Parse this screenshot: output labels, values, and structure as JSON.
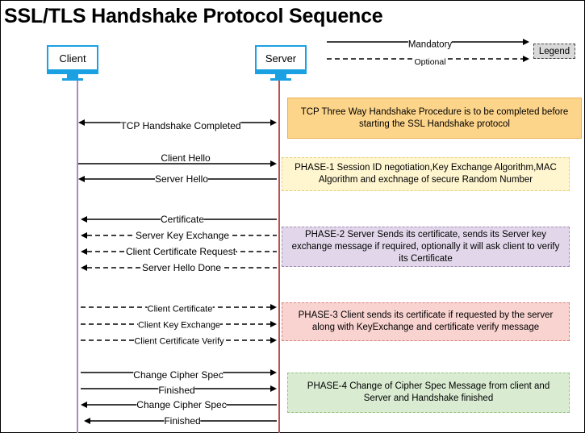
{
  "title": "SSL/TLS Handshake Protocol Sequence",
  "participants": {
    "client": "Client",
    "server": "Server"
  },
  "legend": {
    "title": "Legend",
    "mandatory": "Mandatory",
    "optional": "Optional"
  },
  "messages": [
    {
      "label": "TCP Handshake Completed",
      "direction": "both",
      "style": "solid"
    },
    {
      "label": "Client Hello",
      "direction": "to-server",
      "style": "solid"
    },
    {
      "label": "Server Hello",
      "direction": "to-client",
      "style": "solid"
    },
    {
      "label": "Certificate",
      "direction": "to-client",
      "style": "solid"
    },
    {
      "label": "Server Key Exchange",
      "direction": "to-client",
      "style": "dashed"
    },
    {
      "label": "Client Certificate Request",
      "direction": "to-client",
      "style": "dashed"
    },
    {
      "label": "Server Hello Done",
      "direction": "to-client",
      "style": "dashed"
    },
    {
      "label": "Client Certificate",
      "direction": "to-server",
      "style": "dashed"
    },
    {
      "label": "Client Key Exchange",
      "direction": "to-server",
      "style": "dashed"
    },
    {
      "label": "Client Certificate Verify",
      "direction": "to-server",
      "style": "dashed"
    },
    {
      "label": "Change Cipher Spec",
      "direction": "to-server",
      "style": "solid"
    },
    {
      "label": "Finished",
      "direction": "to-server",
      "style": "solid"
    },
    {
      "label": "Change Cipher Spec",
      "direction": "to-client",
      "style": "solid"
    },
    {
      "label": "Finished",
      "direction": "to-client",
      "style": "solid"
    }
  ],
  "notes": [
    {
      "text": "TCP Three Way Handshake Procedure is to be completed before starting the SSL Handshake protocol",
      "fill": "#fdd58a",
      "stroke": "#e8b04c"
    },
    {
      "text": "PHASE-1 Session ID negotiation,Key Exchange Algorithm,MAC Algorithm and exchnage of secure Random Number",
      "fill": "#fff6d0",
      "stroke": "#e6cf7a"
    },
    {
      "text": "PHASE-2 Server Sends its certificate, sends its Server key exchange message if required, optionally it will ask client to verify its Certificate",
      "fill": "#e2d7ea",
      "stroke": "#a48cb8"
    },
    {
      "text": "PHASE-3 Client sends its certificate if requested by the server along with KeyExchange and certificate verify message",
      "fill": "#f8d3d0",
      "stroke": "#d98580"
    },
    {
      "text": "PHASE-4 Change of Cipher Spec Message from client and Server and Handshake finished",
      "fill": "#d9ecd2",
      "stroke": "#93c27f"
    }
  ],
  "colors": {
    "monitor": "#1ba1e2",
    "client_lifeline": "#a58cc4",
    "server_lifeline": "#b85450"
  }
}
